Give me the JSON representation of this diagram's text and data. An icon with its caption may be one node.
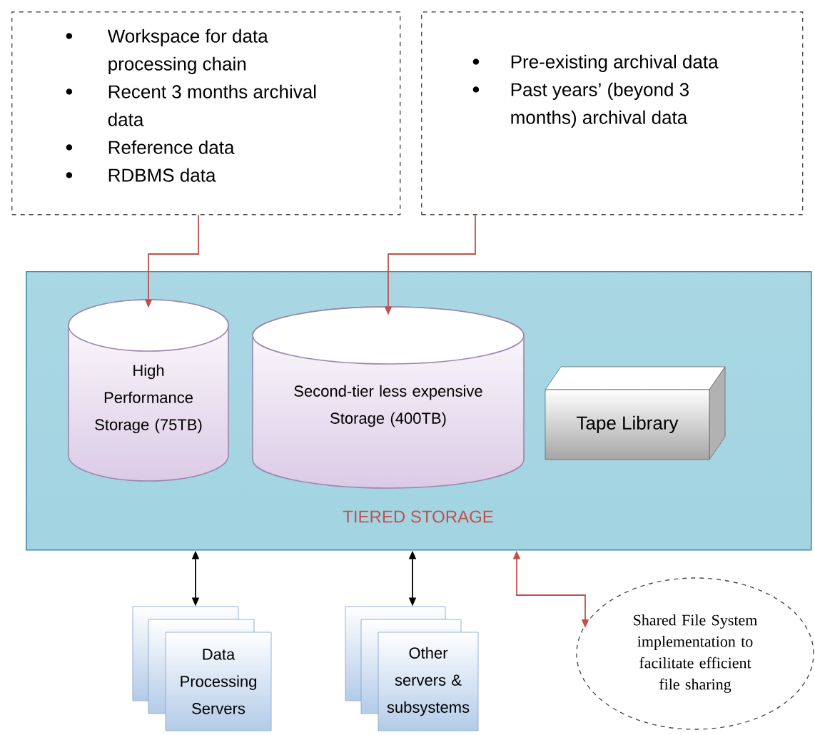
{
  "diagram": {
    "nodes": [
      {
        "text": [
          "Workspace for data processing chain",
          "Recent 3 months archival data",
          "Reference data",
          "RDBMS data"
        ]
      },
      {
        "text": [
          "Pre-existing archival data",
          "Past years’ (beyond 3 months) archival data"
        ]
      },
      {
        "text": [
          "TIERED STORAGE"
        ]
      },
      {
        "text": [
          "High Performance Storage (75TB)"
        ],
        "in": 2
      },
      {
        "text": [
          "Second-tier less expensive Storage (400TB)"
        ],
        "in": 2
      },
      {
        "text": [
          "Tape Library"
        ],
        "in": 2
      },
      {
        "text": [
          "Data Processing Servers"
        ]
      },
      {
        "text": [
          "Other servers & subsystems"
        ]
      },
      {
        "text": [
          "Shared File System implementation to facilitate efficient file sharing"
        ]
      }
    ],
    "edges": [
      {
        "from": 0,
        "to": 3,
        "arrow": "to"
      },
      {
        "from": 1,
        "to": 4,
        "arrow": "to"
      },
      {
        "from": 2,
        "to": 6,
        "arrow": "both",
        "color": "#000000"
      },
      {
        "from": 2,
        "to": 7,
        "arrow": "both",
        "color": "#000000"
      },
      {
        "from": 8,
        "to": 2,
        "arrow": "both"
      }
    ]
  }
}
